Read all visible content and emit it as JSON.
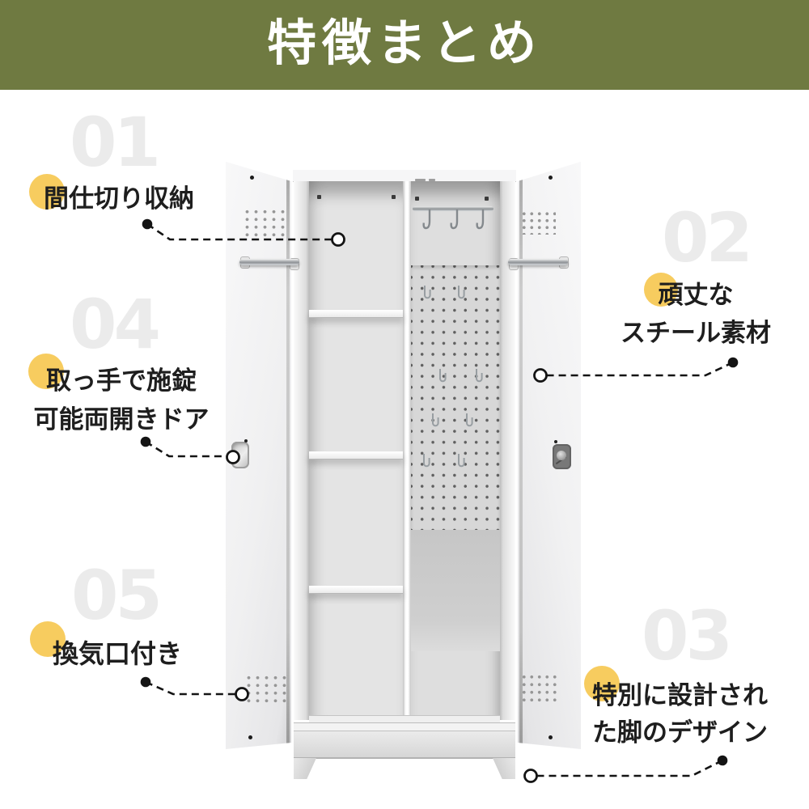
{
  "banner": {
    "title": "特徴まとめ",
    "bg_color": "#6F7A41",
    "text_color": "#FFFFFF"
  },
  "style": {
    "bullet_color": "#F7CC5F",
    "ghost_number_color": "#EBEBEB",
    "label_text_color": "#1E1E1E",
    "connector_color": "#141414"
  },
  "features": [
    {
      "number": "01",
      "lines": [
        "間仕切り収納"
      ]
    },
    {
      "number": "02",
      "lines": [
        "頑丈な",
        "スチール素材"
      ]
    },
    {
      "number": "03",
      "lines": [
        "特別に設計され",
        "た脚のデザイン"
      ]
    },
    {
      "number": "04",
      "lines": [
        "取っ手で施錠",
        "可能両開きドア"
      ]
    },
    {
      "number": "05",
      "lines": [
        "換気口付き"
      ]
    }
  ]
}
